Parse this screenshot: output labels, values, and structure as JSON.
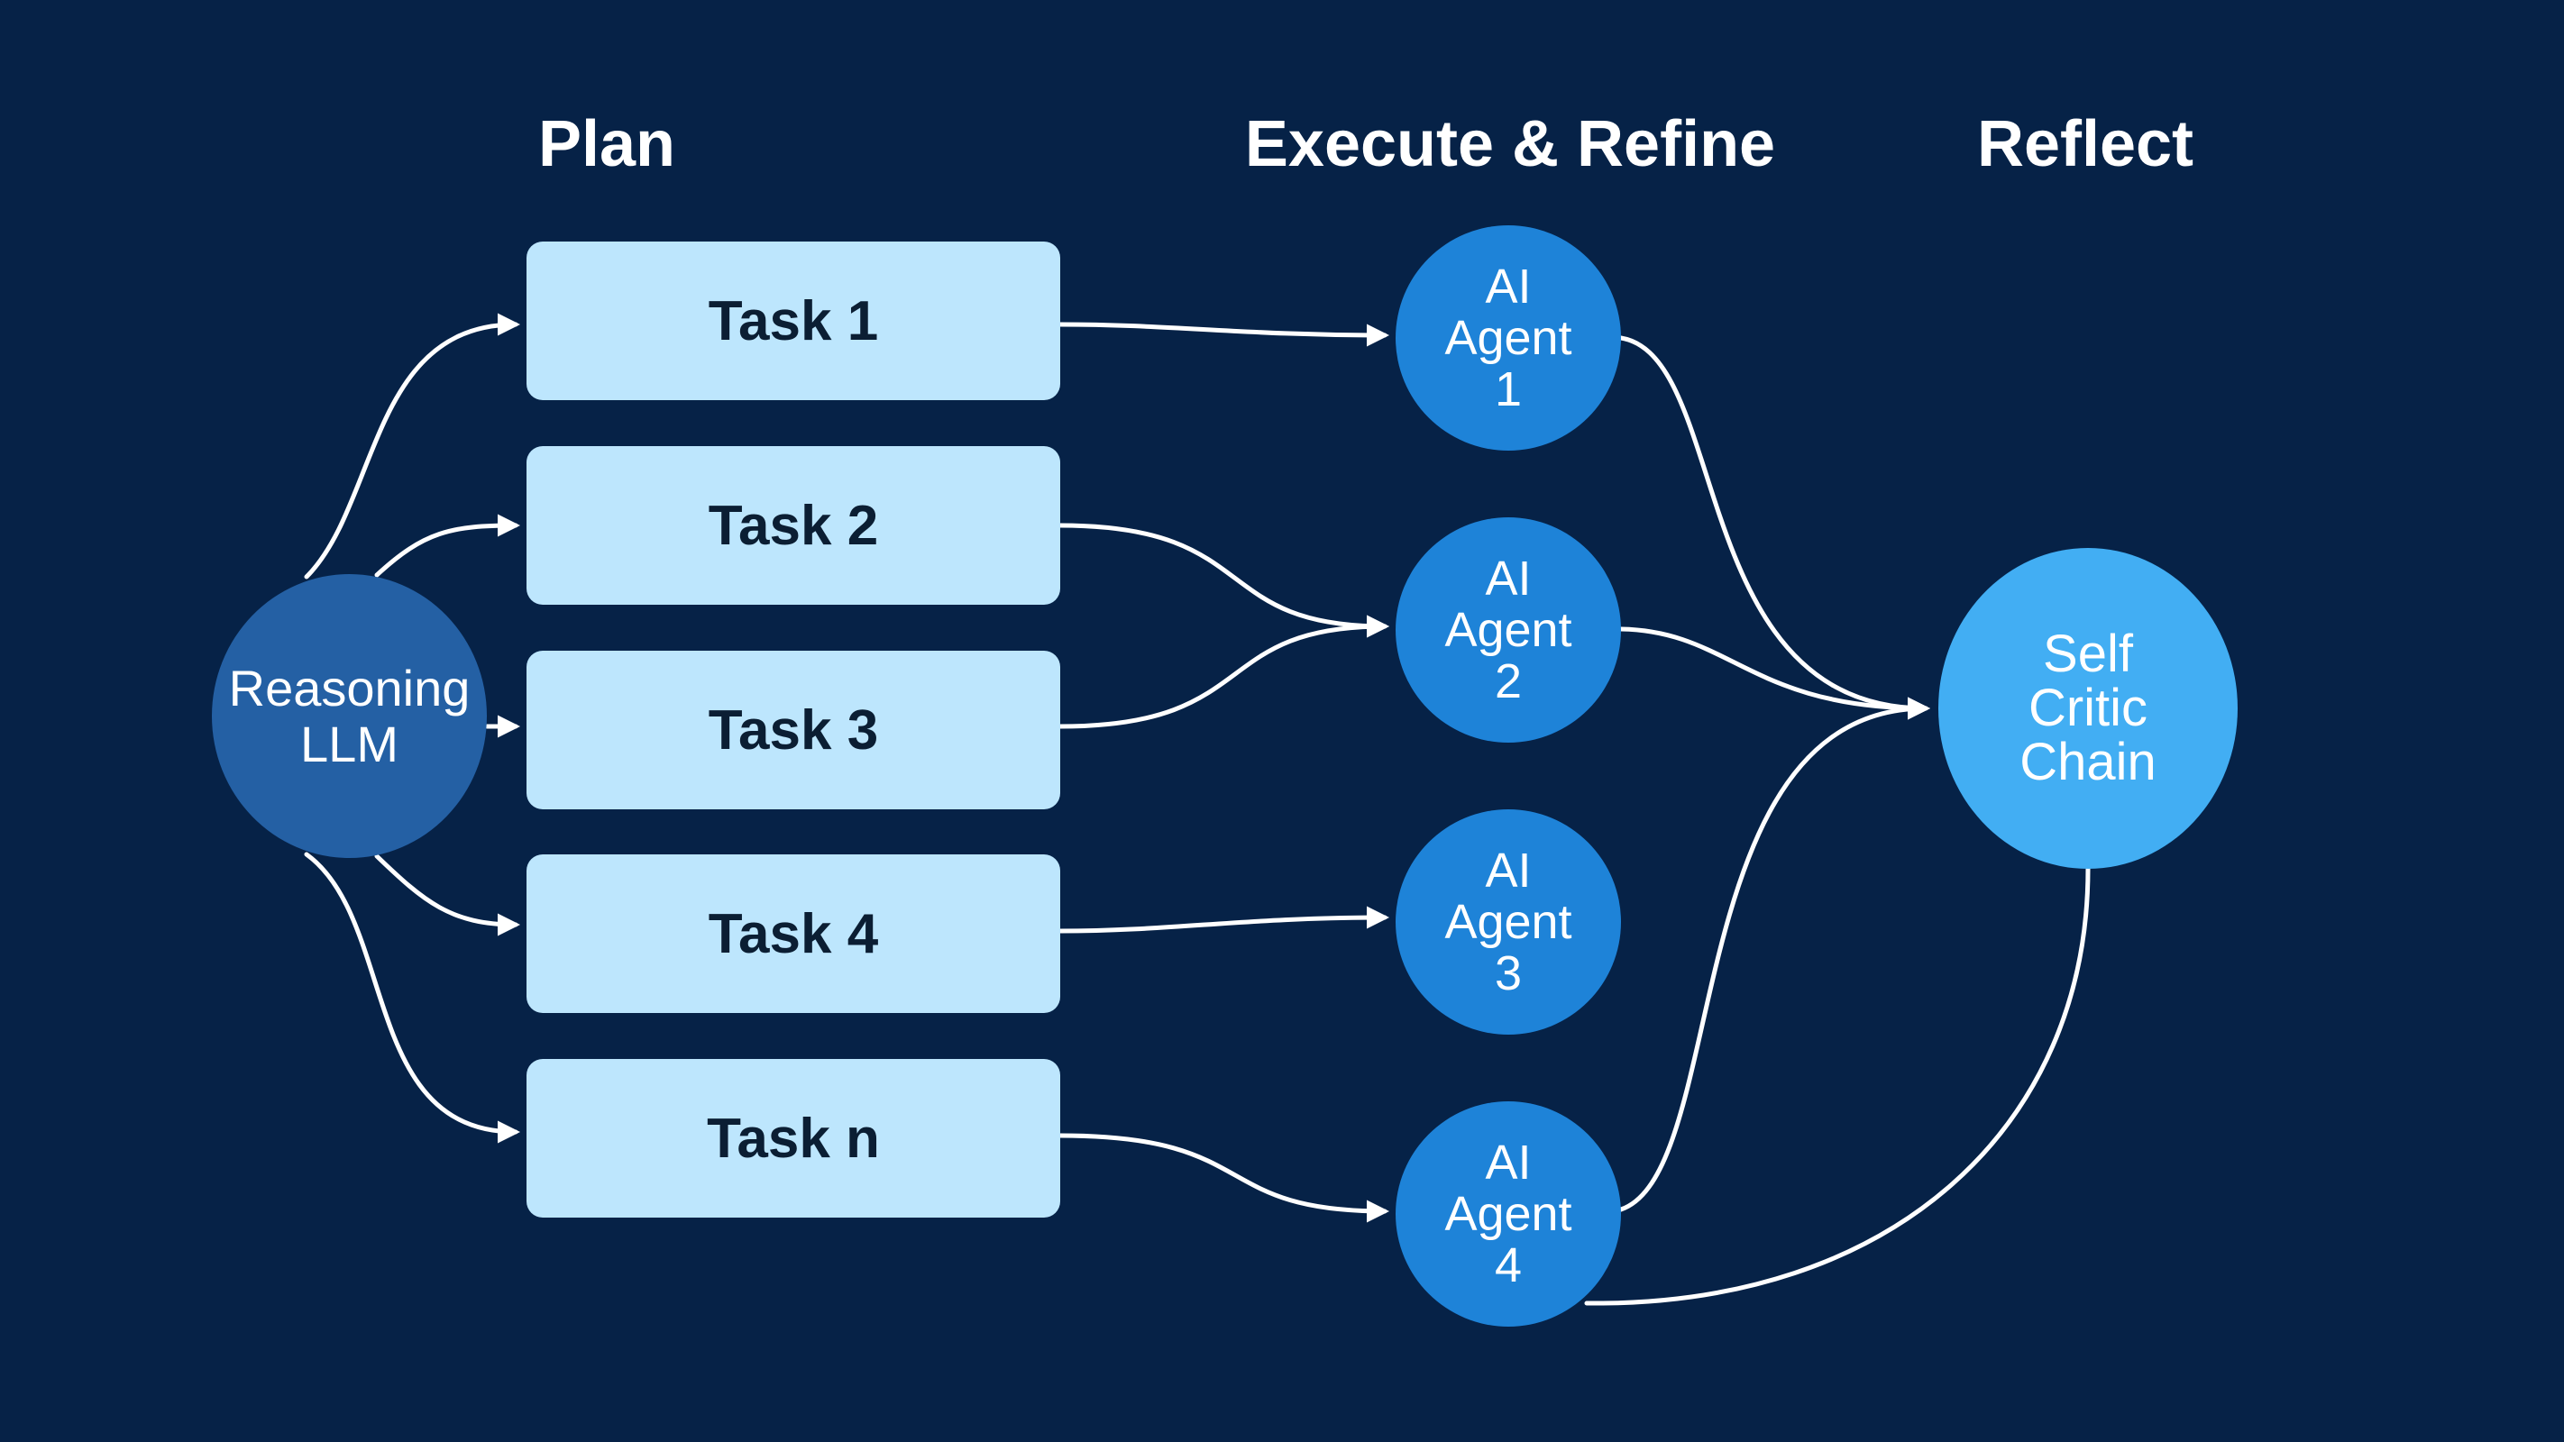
{
  "headings": {
    "plan": "Plan",
    "execute": "Execute & Refine",
    "reflect": "Reflect"
  },
  "reasoning_node": {
    "line1": "Reasoning",
    "line2": "LLM"
  },
  "tasks": [
    {
      "label": "Task 1"
    },
    {
      "label": "Task 2"
    },
    {
      "label": "Task 3"
    },
    {
      "label": "Task 4"
    },
    {
      "label": "Task n"
    }
  ],
  "agents": [
    {
      "line1": "AI",
      "line2": "Agent",
      "line3": "1"
    },
    {
      "line1": "AI",
      "line2": "Agent",
      "line3": "2"
    },
    {
      "line1": "AI",
      "line2": "Agent",
      "line3": "3"
    },
    {
      "line1": "AI",
      "line2": "Agent",
      "line3": "4"
    }
  ],
  "critic_node": {
    "line1": "Self",
    "line2": "Critic",
    "line3": "Chain"
  },
  "colors": {
    "background": "#062247",
    "task_fill": "#bde6fd",
    "task_text": "#0b1e33",
    "reasoning_fill": "#2460a4",
    "agent_fill": "#1e83d8",
    "critic_fill": "#42aef3",
    "connector": "#ffffff"
  },
  "connections": [
    {
      "from": "Reasoning LLM",
      "to": "Task 1"
    },
    {
      "from": "Reasoning LLM",
      "to": "Task 2"
    },
    {
      "from": "Reasoning LLM",
      "to": "Task 3"
    },
    {
      "from": "Reasoning LLM",
      "to": "Task 4"
    },
    {
      "from": "Reasoning LLM",
      "to": "Task n"
    },
    {
      "from": "Task 1",
      "to": "AI Agent 1"
    },
    {
      "from": "Task 2",
      "to": "AI Agent 2"
    },
    {
      "from": "Task 3",
      "to": "AI Agent 2"
    },
    {
      "from": "Task 4",
      "to": "AI Agent 3"
    },
    {
      "from": "Task n",
      "to": "AI Agent 4"
    },
    {
      "from": "AI Agent 1",
      "to": "Self Critic Chain"
    },
    {
      "from": "AI Agent 2",
      "to": "Self Critic Chain"
    },
    {
      "from": "AI Agent 4",
      "to": "Self Critic Chain"
    },
    {
      "from": "Self Critic Chain",
      "to": "AI Agent 4"
    }
  ]
}
